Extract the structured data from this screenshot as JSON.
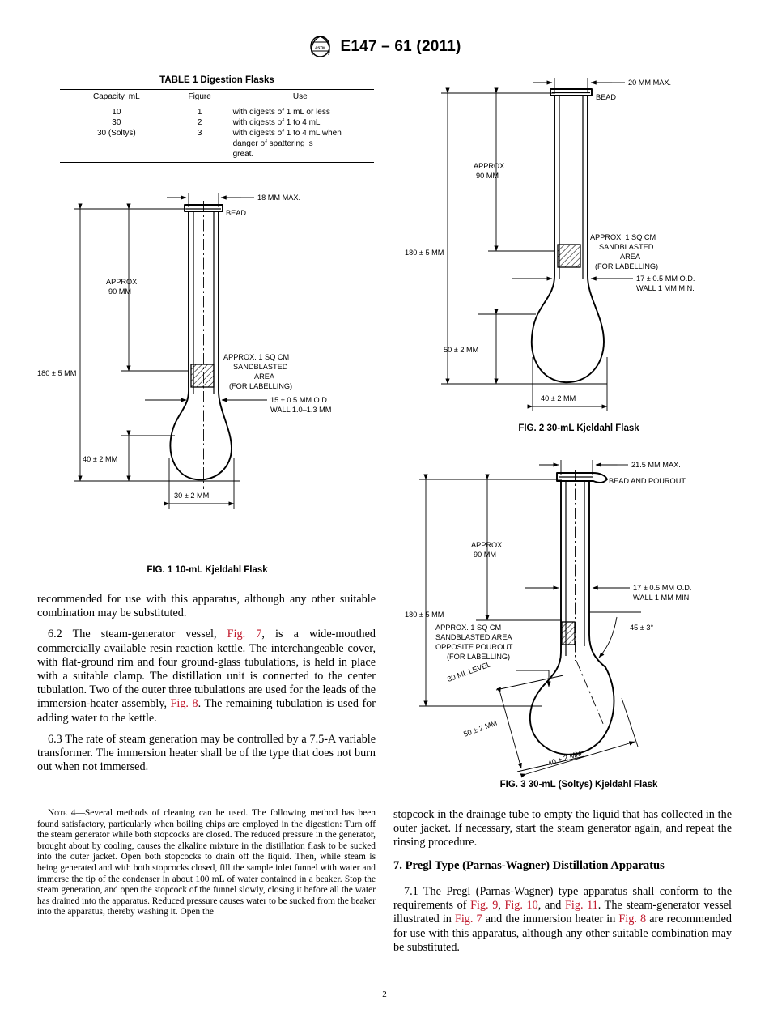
{
  "header": {
    "logo_icon": "astm-logo-icon",
    "title": "E147 – 61 (2011)"
  },
  "table": {
    "caption": "TABLE 1 Digestion Flasks",
    "columns": [
      "Capacity, mL",
      "Figure",
      "Use"
    ],
    "rows": [
      {
        "capacity": "10",
        "figure": "1",
        "use": "with digests of 1 mL or less"
      },
      {
        "capacity": "30",
        "figure": "2",
        "use": "with digests of 1 to 4 mL"
      },
      {
        "capacity": "30 (Soltys)",
        "figure": "3",
        "use": "with digests of 1 to 4 mL when"
      },
      {
        "capacity": "",
        "figure": "",
        "use": "danger of spattering is"
      },
      {
        "capacity": "",
        "figure": "",
        "use": "great."
      }
    ]
  },
  "figures": [
    {
      "id": "fig1",
      "caption": "FIG. 1  10-mL Kjeldahl Flask",
      "labels": {
        "top_width": "18 MM MAX.",
        "bead": "BEAD",
        "approx_1": "APPROX.",
        "approx_2": "90 MM",
        "total_height": "180 ± 5 MM",
        "sand_1": "APPROX. 1 SQ CM",
        "sand_2": "SANDBLASTED",
        "sand_3": "AREA",
        "sand_4": "(FOR LABELLING)",
        "od_1": "15 ± 0.5 MM O.D.",
        "od_2": "WALL 1.0–1.3 MM",
        "bulb_height": "40 ± 2 MM",
        "bulb_width": "30 ± 2 MM"
      }
    },
    {
      "id": "fig2",
      "caption": "FIG. 2  30-mL Kjeldahl Flask",
      "labels": {
        "top_width": "20 MM MAX.",
        "bead": "BEAD",
        "approx_1": "APPROX.",
        "approx_2": "90 MM",
        "total_height": "180 ± 5 MM",
        "sand_1": "APPROX. 1 SQ CM",
        "sand_2": "SANDBLASTED",
        "sand_3": "AREA",
        "sand_4": "(FOR LABELLING)",
        "od_1": "17 ± 0.5 MM O.D.",
        "od_2": "WALL 1 MM MIN.",
        "bulb_height": "50 ± 2 MM",
        "bulb_width": "40 ± 2 MM"
      }
    },
    {
      "id": "fig3",
      "caption": "FIG. 3  30-mL (Soltys) Kjeldahl Flask",
      "labels": {
        "top_width": "21.5 MM MAX.",
        "bead": "BEAD AND POUROUT",
        "approx_1": "APPROX.",
        "approx_2": "90 MM",
        "total_height": "180 ± 5 MM",
        "sand_1": "APPROX. 1 SQ CM",
        "sand_2": "SANDBLASTED AREA",
        "sand_3": "OPPOSITE POUROUT",
        "sand_4": "(FOR LABELLING)",
        "od_1": "17 ± 0.5 MM O.D.",
        "od_2": "WALL 1 MM MIN.",
        "level": "30 ML LEVEL",
        "bulb_height": "50 ± 2 MM",
        "bulb_width": "40 ± 2 MM",
        "angle": "45 ± 3°"
      }
    }
  ],
  "left_column": {
    "para_cont": {
      "pre": "recommended for use with this apparatus, although any other suitable combination may be substituted."
    },
    "para_62": {
      "a": "6.2 The steam-generator vessel, ",
      "ref1": "Fig. 7",
      "b": ", is a wide-mouthed commercially available resin reaction kettle. The interchangeable cover, with flat-ground rim and four ground-glass tubulations, is held in place with a suitable clamp. The distillation unit is connected to the center tubulation. Two of the outer three tubulations are used for the leads of the immersion-heater assembly, ",
      "ref2": "Fig. 8",
      "c": ". The remaining tubulation is used for adding water to the kettle."
    },
    "para_63": {
      "text": "6.3 The rate of steam generation may be controlled by a 7.5-A variable transformer. The immersion heater shall be of the type that does not burn out when not immersed."
    },
    "note4": {
      "label": "Note",
      "number": " 4",
      "text": "—Several methods of cleaning can be used. The following method has been found satisfactory, particularly when boiling chips are employed in the digestion: Turn off the steam generator while both stopcocks are closed. The reduced pressure in the generator, brought about by cooling, causes the alkaline mixture in the distillation flask to be sucked into the outer jacket. Open both stopcocks to drain off the liquid. Then, while steam is being generated and with both stopcocks closed, fill the sample inlet funnel with water and immerse the tip of the condenser in about 100 mL of water contained in a beaker. Stop the steam generation, and open the stopcock of the funnel slowly, closing it before all the water has drained into the apparatus. Reduced pressure causes water to be sucked from the beaker into the apparatus, thereby washing it. Open the"
    }
  },
  "right_column": {
    "para_cont": {
      "text": "stopcock in the drainage tube to empty the liquid that has collected in the outer jacket. If necessary, start the steam generator again, and repeat the rinsing procedure."
    },
    "section7": {
      "heading": "7.  Pregl Type (Parnas-Wagner) Distillation Apparatus"
    },
    "para_71": {
      "a": "7.1 The Pregl (Parnas-Wagner) type apparatus shall conform to the requirements of ",
      "ref1": "Fig. 9",
      "b": ", ",
      "ref2": "Fig. 10",
      "c": ", and ",
      "ref3": "Fig. 11",
      "d": ". The steam-generator vessel illustrated in ",
      "ref4": "Fig. 7",
      "e": " and the immersion heater in ",
      "ref5": "Fig. 8",
      "f": " are recommended for use with this apparatus, although any other suitable combination may be substituted."
    }
  },
  "footer": {
    "page_number": "2"
  },
  "colors": {
    "figure_reference": "#c0182b",
    "ink": "#000000"
  }
}
